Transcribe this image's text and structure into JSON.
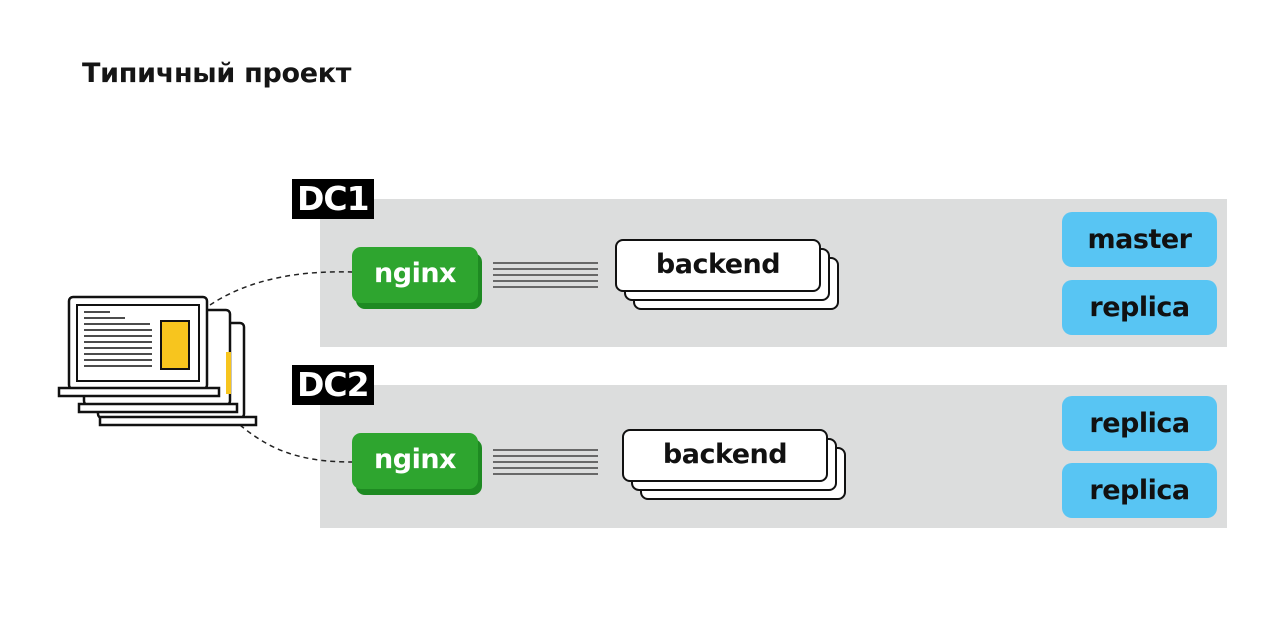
{
  "slide": {
    "title": "Типичный проект"
  },
  "datacenters": [
    {
      "label": "DC1",
      "nginx": "nginx",
      "backend": "backend",
      "databases": [
        "master",
        "replica"
      ]
    },
    {
      "label": "DC2",
      "nginx": "nginx",
      "backend": "backend",
      "databases": [
        "replica",
        "replica"
      ]
    }
  ],
  "colors": {
    "band": "#dcdddd",
    "nginx": "#2ea52f",
    "database": "#58c5f3",
    "screen_accent": "#f7c51e"
  },
  "icons": {
    "client": "stacked-laptops-icon"
  }
}
